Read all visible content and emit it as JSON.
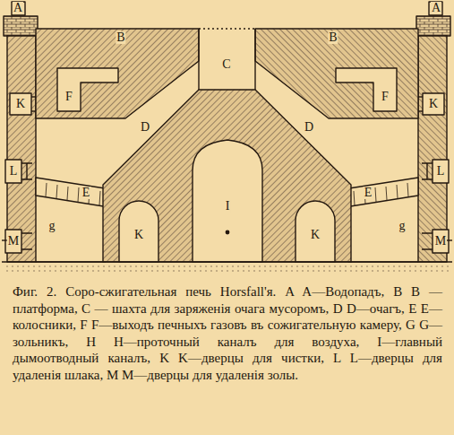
{
  "diagram": {
    "caption": "Фиг. 2. Соро-сжигательная печь Horsfall'я. A A—Водопадъ, B B — платформа, C — шахта для заряженія очага мусоромъ, D D—очагъ, E E—колосники, F F—выходъ печныхъ газовъ въ сожигательную камеру, G G—зольникъ, H H—проточный каналъ для воздуха, I—главный дымоотводный каналъ, K K—дверцы для чистки, L L—дверцы для удаленія шлака, M M—дверцы для удаленія золы.",
    "labels": [
      "A",
      "A",
      "B",
      "B",
      "C",
      "K",
      "F",
      "F",
      "K",
      "D",
      "D",
      "L",
      "L",
      "E",
      "E",
      "I",
      "g",
      "K",
      "K",
      "g",
      "M",
      "M"
    ]
  }
}
